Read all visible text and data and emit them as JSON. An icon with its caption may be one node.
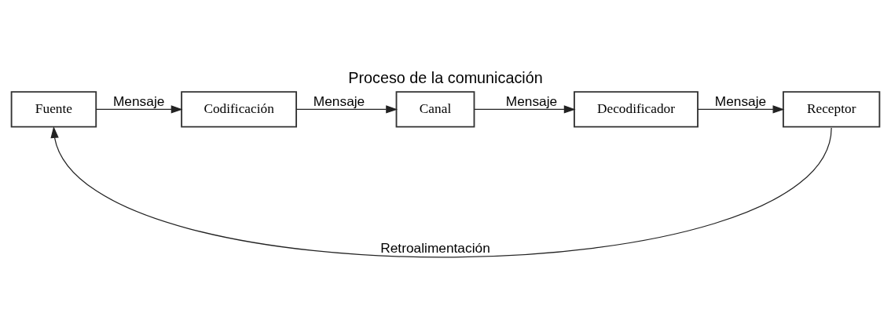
{
  "diagram": {
    "title": "Proceso de la comunicación",
    "nodes": [
      {
        "text": [
          "Fuente"
        ]
      },
      {
        "text": [
          "Codificación"
        ]
      },
      {
        "text": [
          "Canal"
        ]
      },
      {
        "text": [
          "Decodificador"
        ]
      },
      {
        "text": [
          "Receptor"
        ]
      }
    ],
    "edges": [
      {
        "from": 0,
        "to": 1,
        "arrow": "to",
        "label": "Mensaje"
      },
      {
        "from": 1,
        "to": 2,
        "arrow": "to",
        "label": "Mensaje"
      },
      {
        "from": 2,
        "to": 3,
        "arrow": "to",
        "label": "Mensaje"
      },
      {
        "from": 3,
        "to": 4,
        "arrow": "to",
        "label": "Mensaje"
      },
      {
        "from": 4,
        "to": 0,
        "arrow": "to",
        "label": "Retroalimentación"
      }
    ]
  }
}
